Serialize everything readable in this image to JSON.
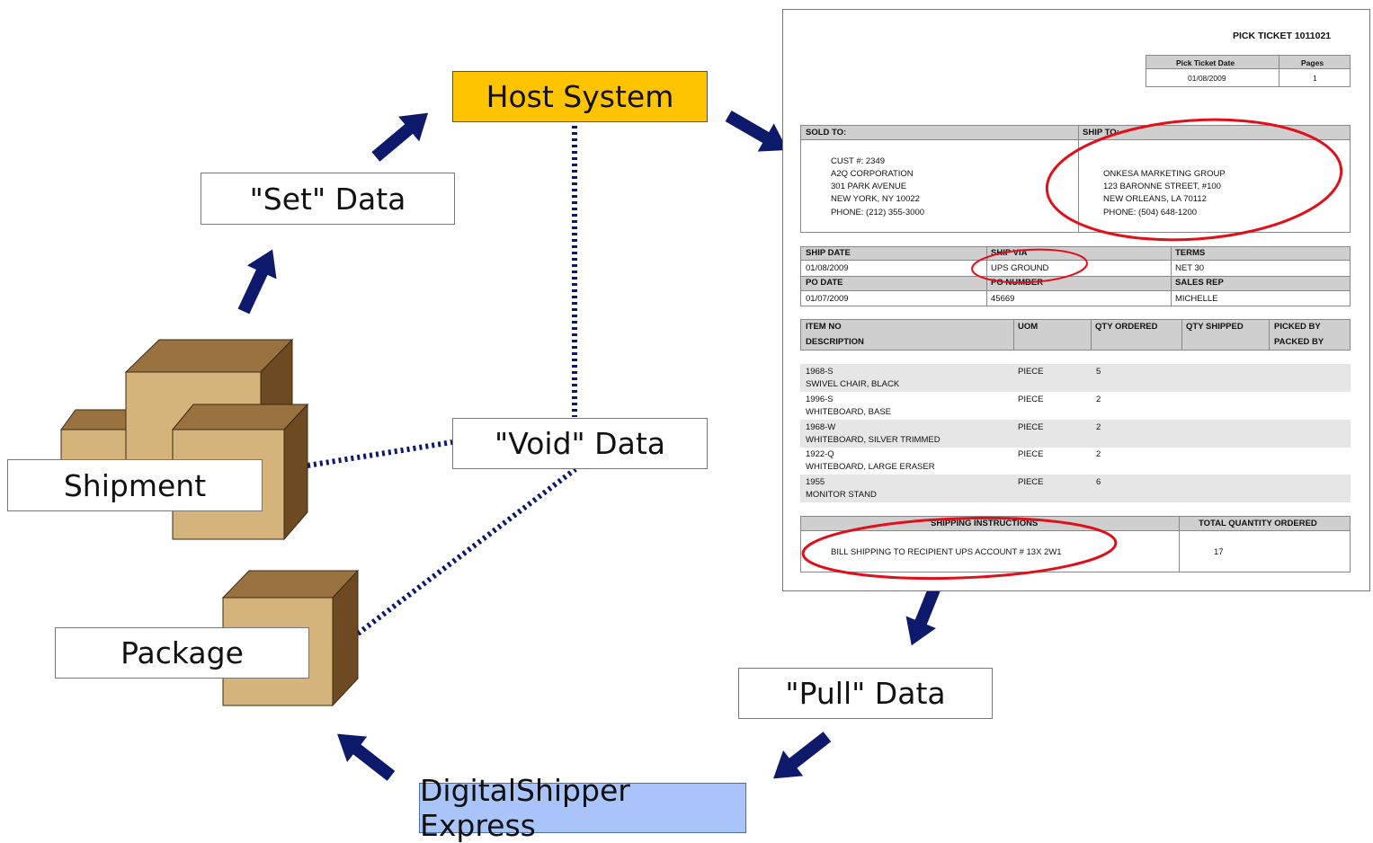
{
  "nodes": {
    "host_system": "Host System",
    "set_data": "\"Set\" Data",
    "void_data": "\"Void\" Data",
    "pull_data": "\"Pull\" Data",
    "digital_shipper": "DigitalShipper Express",
    "shipment": "Shipment",
    "package": "Package"
  },
  "colors": {
    "host_fill": "#ffc400",
    "dse_fill": "#a8c4f8",
    "arrow": "#0d1a6b",
    "highlight": "#e0101a",
    "box_top": "#9a7240",
    "box_front": "#d4b47a",
    "box_side": "#6e4a22"
  },
  "ticket": {
    "title": "PICK TICKET 1011021",
    "date_header": "Pick Ticket Date",
    "pages_header": "Pages",
    "date_value": "01/08/2009",
    "pages_value": "1",
    "sold_to_label": "SOLD TO:",
    "ship_to_label": "SHIP TO:",
    "sold_to": [
      "CUST #: 2349",
      "A2Q CORPORATION",
      "301 PARK AVENUE",
      "NEW YORK, NY 10022",
      "PHONE: (212) 355-3000"
    ],
    "ship_to": [
      "ONKESA MARKETING GROUP",
      "123 BARONNE STREET, #100",
      "NEW ORLEANS, LA 70112",
      "PHONE: (504) 648-1200"
    ],
    "ship_date_label": "SHIP DATE",
    "ship_via_label": "SHIP VIA",
    "terms_label": "TERMS",
    "ship_date": "01/08/2009",
    "ship_via": "UPS GROUND",
    "terms": "NET 30",
    "po_date_label": "PO DATE",
    "po_number_label": "PO NUMBER",
    "sales_rep_label": "SALES REP",
    "po_date": "01/07/2009",
    "po_number": "45669",
    "sales_rep": "MICHELLE",
    "col_item_no": "ITEM NO",
    "col_description": "DESCRIPTION",
    "col_uom": "UOM",
    "col_qty_ordered": "QTY ORDERED",
    "col_qty_shipped": "QTY SHIPPED",
    "col_picked_by": "PICKED BY",
    "col_packed_by": "PACKED BY",
    "items": [
      {
        "item": "1968-S",
        "desc": "SWIVEL CHAIR, BLACK",
        "uom": "PIECE",
        "qty": "5"
      },
      {
        "item": "1996-S",
        "desc": "WHITEBOARD, BASE",
        "uom": "PIECE",
        "qty": "2"
      },
      {
        "item": "1968-W",
        "desc": "WHITEBOARD, SILVER TRIMMED",
        "uom": "PIECE",
        "qty": "2"
      },
      {
        "item": "1922-Q",
        "desc": "WHITEBOARD, LARGE ERASER",
        "uom": "PIECE",
        "qty": "2"
      },
      {
        "item": "1955",
        "desc": "MONITOR STAND",
        "uom": "PIECE",
        "qty": "6"
      }
    ],
    "shipping_instructions_label": "SHIPPING INSTRUCTIONS",
    "total_qty_label": "TOTAL QUANTITY ORDERED",
    "shipping_instructions": "BILL SHIPPING TO RECIPIENT UPS ACCOUNT # 13X 2W1",
    "total_qty": "17"
  }
}
